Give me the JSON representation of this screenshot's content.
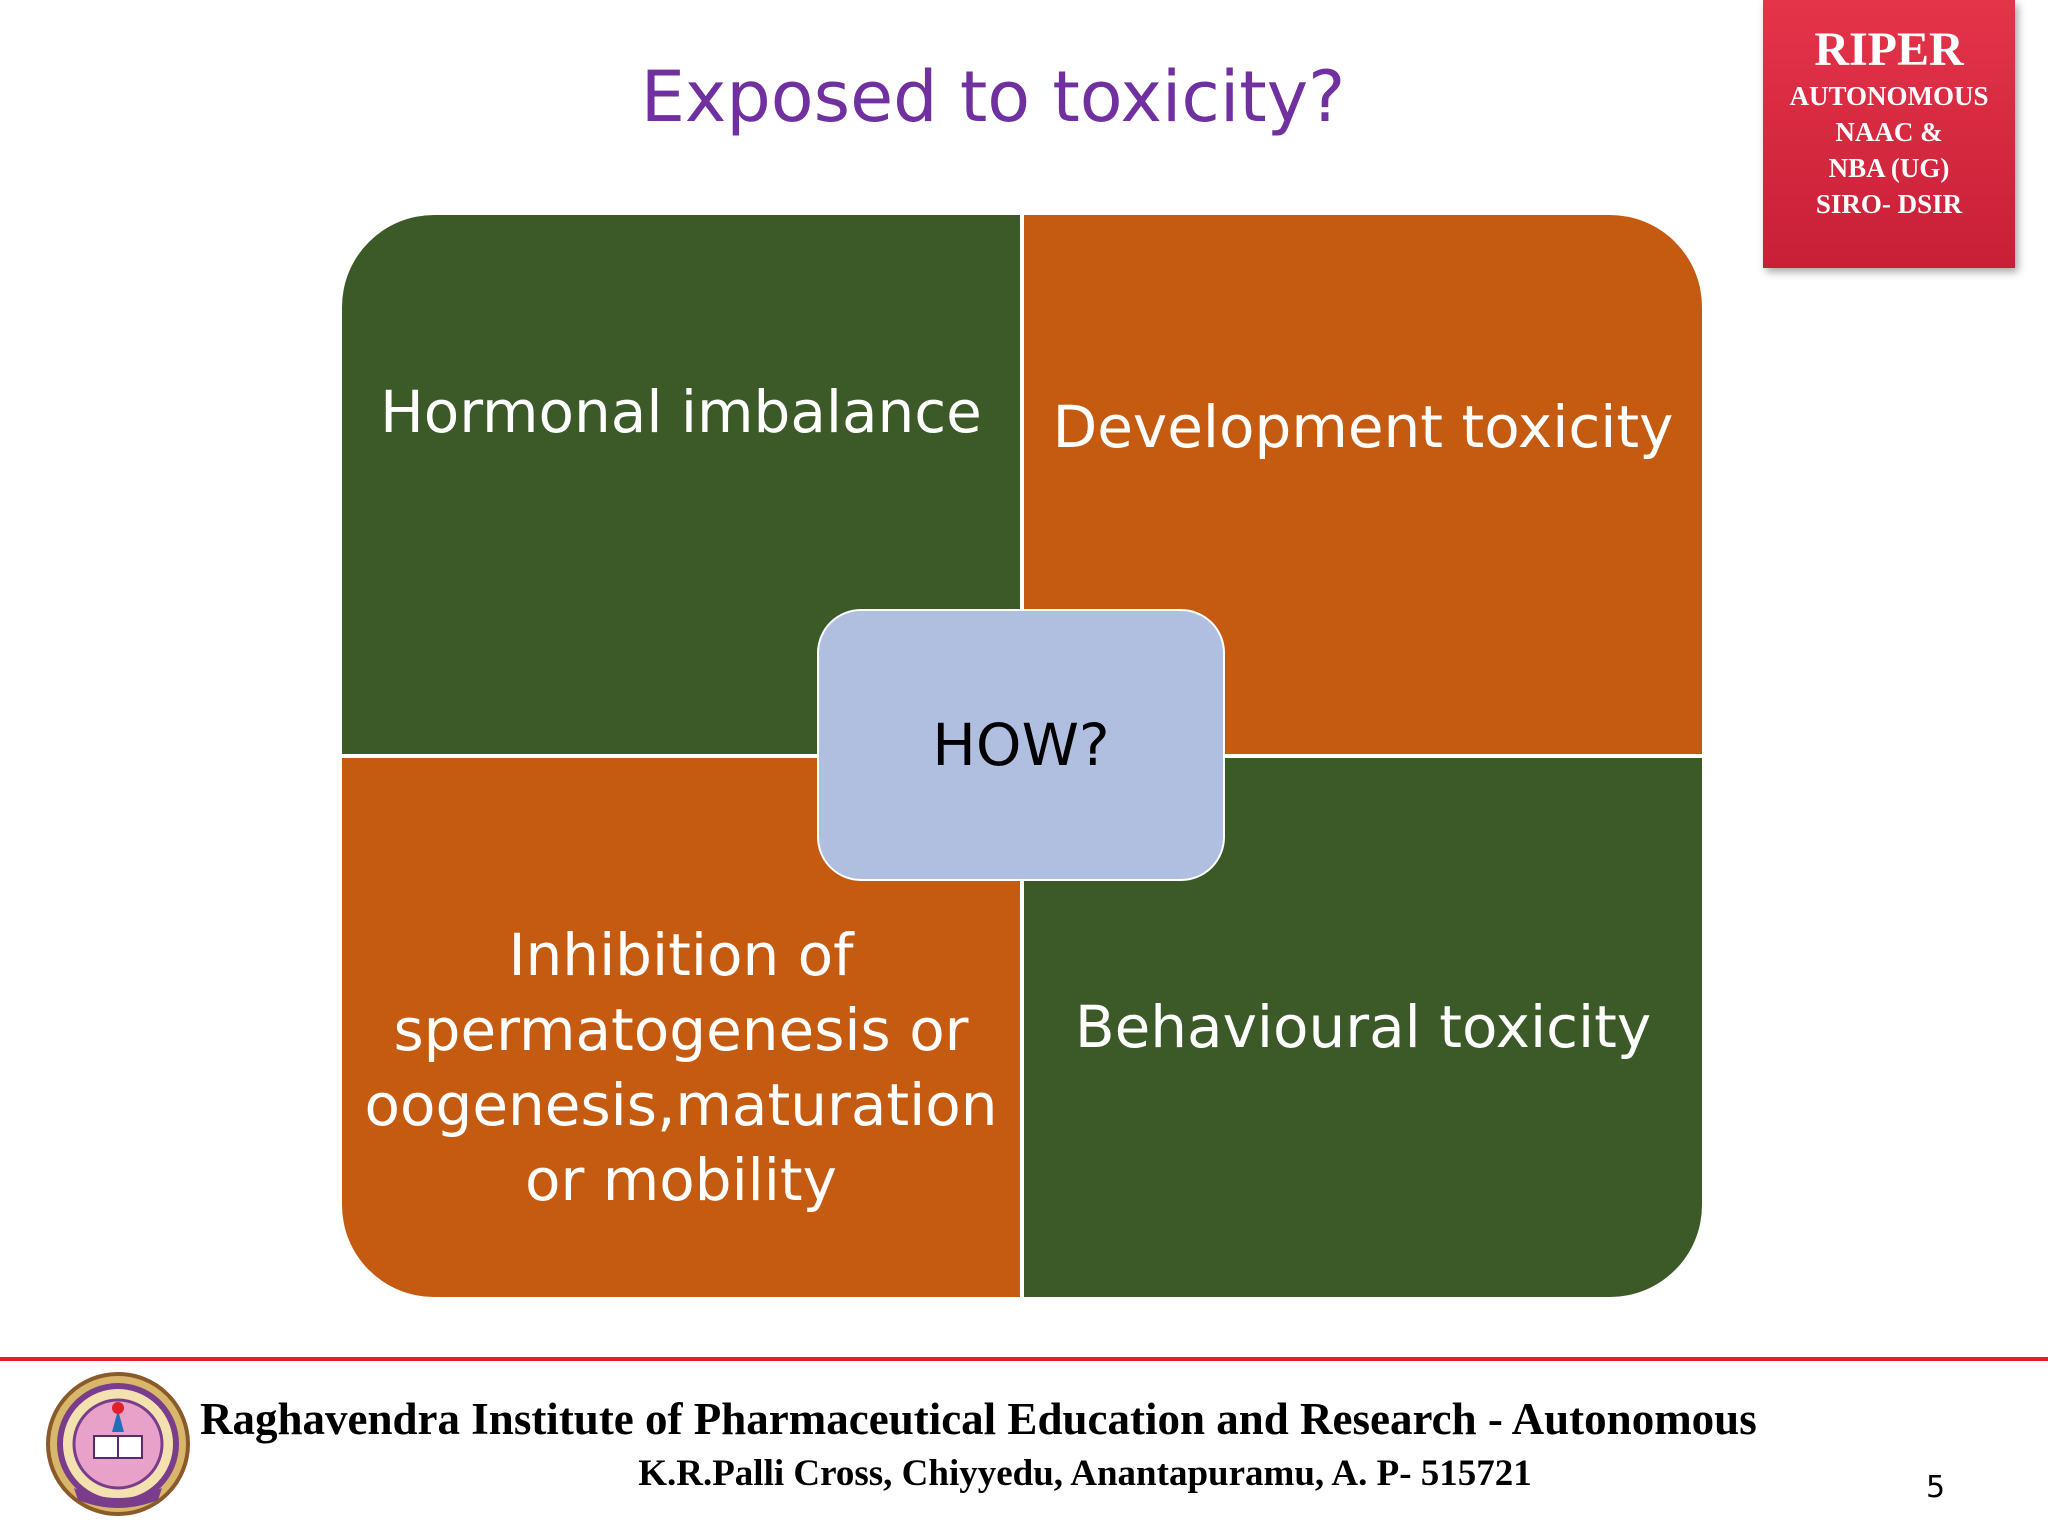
{
  "slide": {
    "title": "Exposed to toxicity?",
    "page_number": "5"
  },
  "badge": {
    "title": "RIPER",
    "lines": [
      "AUTONOMOUS",
      "NAAC &",
      "NBA (UG)",
      "SIRO- DSIR"
    ]
  },
  "matrix": {
    "center": "HOW?",
    "top_left": "Hormonal imbalance",
    "top_right": "Development toxicity",
    "bottom_left": "Inhibition of spermatogenesis or oogenesis,maturation or mobility",
    "bottom_right": "Behavioural toxicity"
  },
  "colors": {
    "green": "#3c5a27",
    "orange": "#c55a11",
    "center": "#b0bfe0",
    "title": "#7030a0",
    "badge": "#d52a40"
  },
  "footer": {
    "institute": "Raghavendra Institute of Pharmaceutical Education and Research - Autonomous",
    "address": "K.R.Palli Cross, Chiyyedu, Anantapuramu, A. P- 515721"
  }
}
